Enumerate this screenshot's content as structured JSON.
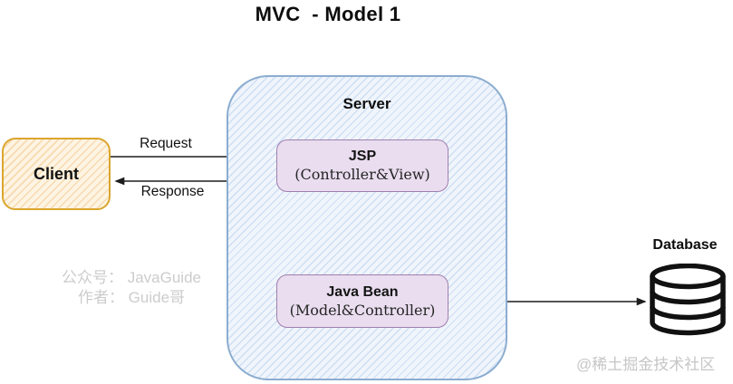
{
  "title": "MVC  - Model 1",
  "nodes": {
    "client": {
      "label": "Client"
    },
    "server": {
      "label": "Server"
    },
    "jsp": {
      "title": "JSP",
      "subtitle": "(Controller&View)"
    },
    "javabean": {
      "title": "Java Bean",
      "subtitle": "(Model&Controller)"
    },
    "database": {
      "label": "Database"
    }
  },
  "edges": {
    "request": {
      "label": "Request",
      "from": "client",
      "to": "jsp",
      "direction": "one-way"
    },
    "response": {
      "label": "Response",
      "from": "jsp",
      "to": "client",
      "direction": "one-way"
    },
    "jsp_javabean": {
      "label": "",
      "from": "jsp",
      "to": "javabean",
      "direction": "two-way"
    },
    "javabean_database": {
      "label": "",
      "from": "javabean",
      "to": "database",
      "direction": "two-way"
    }
  },
  "watermarks": {
    "left_line1": "公众号： JavaGuide",
    "left_line2": "作者： Guide哥",
    "bottom_right": "@稀土掘金技术社区"
  },
  "colors": {
    "client_border": "#dba62e",
    "client_fill": "#fdf4e3",
    "server_border": "#8cadd0",
    "server_fill": "#f0f5fc",
    "inner_box_border": "#a07fae",
    "inner_box_fill": "#e9ddef",
    "arrow": "#1d1d1d",
    "watermark": "#cccccc"
  }
}
